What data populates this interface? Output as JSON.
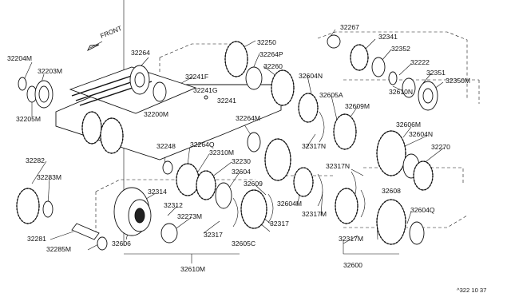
{
  "diagram": {
    "front_label": "FRONT",
    "ref_code": "^322 10 37",
    "callouts": [
      {
        "id": "32267",
        "text": "32267"
      },
      {
        "id": "32250",
        "text": "32250"
      },
      {
        "id": "32341",
        "text": "32341"
      },
      {
        "id": "32264",
        "text": "32264"
      },
      {
        "id": "32264P",
        "text": "32264P"
      },
      {
        "id": "32352",
        "text": "32352"
      },
      {
        "id": "32204M",
        "text": "32204M"
      },
      {
        "id": "32260",
        "text": "32260"
      },
      {
        "id": "32222",
        "text": "32222"
      },
      {
        "id": "32203M",
        "text": "32203M"
      },
      {
        "id": "32241F",
        "text": "32241F"
      },
      {
        "id": "32604N_a",
        "text": "32604N"
      },
      {
        "id": "32351",
        "text": "32351"
      },
      {
        "id": "32241G",
        "text": "32241G"
      },
      {
        "id": "32610N",
        "text": "32610N"
      },
      {
        "id": "32350M",
        "text": "32350M"
      },
      {
        "id": "32241",
        "text": "32241"
      },
      {
        "id": "32605A",
        "text": "32605A"
      },
      {
        "id": "32609M",
        "text": "32609M"
      },
      {
        "id": "32205M",
        "text": "32205M"
      },
      {
        "id": "32200M",
        "text": "32200M"
      },
      {
        "id": "32264M",
        "text": "32264M"
      },
      {
        "id": "32606M",
        "text": "32606M"
      },
      {
        "id": "32604N_b",
        "text": "32604N"
      },
      {
        "id": "32317N_a",
        "text": "32317N"
      },
      {
        "id": "32270",
        "text": "32270"
      },
      {
        "id": "32248",
        "text": "32248"
      },
      {
        "id": "32264Q",
        "text": "32264Q"
      },
      {
        "id": "32310M",
        "text": "32310M"
      },
      {
        "id": "32230",
        "text": "32230"
      },
      {
        "id": "32282",
        "text": "32282"
      },
      {
        "id": "32604",
        "text": "32604"
      },
      {
        "id": "32317N_b",
        "text": "32317N"
      },
      {
        "id": "32283M",
        "text": "32283M"
      },
      {
        "id": "32609",
        "text": "32609"
      },
      {
        "id": "32608",
        "text": "32608"
      },
      {
        "id": "32314",
        "text": "32314"
      },
      {
        "id": "32604M",
        "text": "32604M"
      },
      {
        "id": "32317M_a",
        "text": "32317M"
      },
      {
        "id": "32312",
        "text": "32312"
      },
      {
        "id": "32273M",
        "text": "32273M"
      },
      {
        "id": "32317_a",
        "text": "32317"
      },
      {
        "id": "32604Q",
        "text": "32604Q"
      },
      {
        "id": "32281",
        "text": "32281"
      },
      {
        "id": "32317_b",
        "text": "32317"
      },
      {
        "id": "32285M",
        "text": "32285M"
      },
      {
        "id": "32606",
        "text": "32606"
      },
      {
        "id": "32605C",
        "text": "32605C"
      },
      {
        "id": "32317M_b",
        "text": "32317M"
      },
      {
        "id": "32600",
        "text": "32600"
      },
      {
        "id": "32610M",
        "text": "32610M"
      }
    ]
  }
}
